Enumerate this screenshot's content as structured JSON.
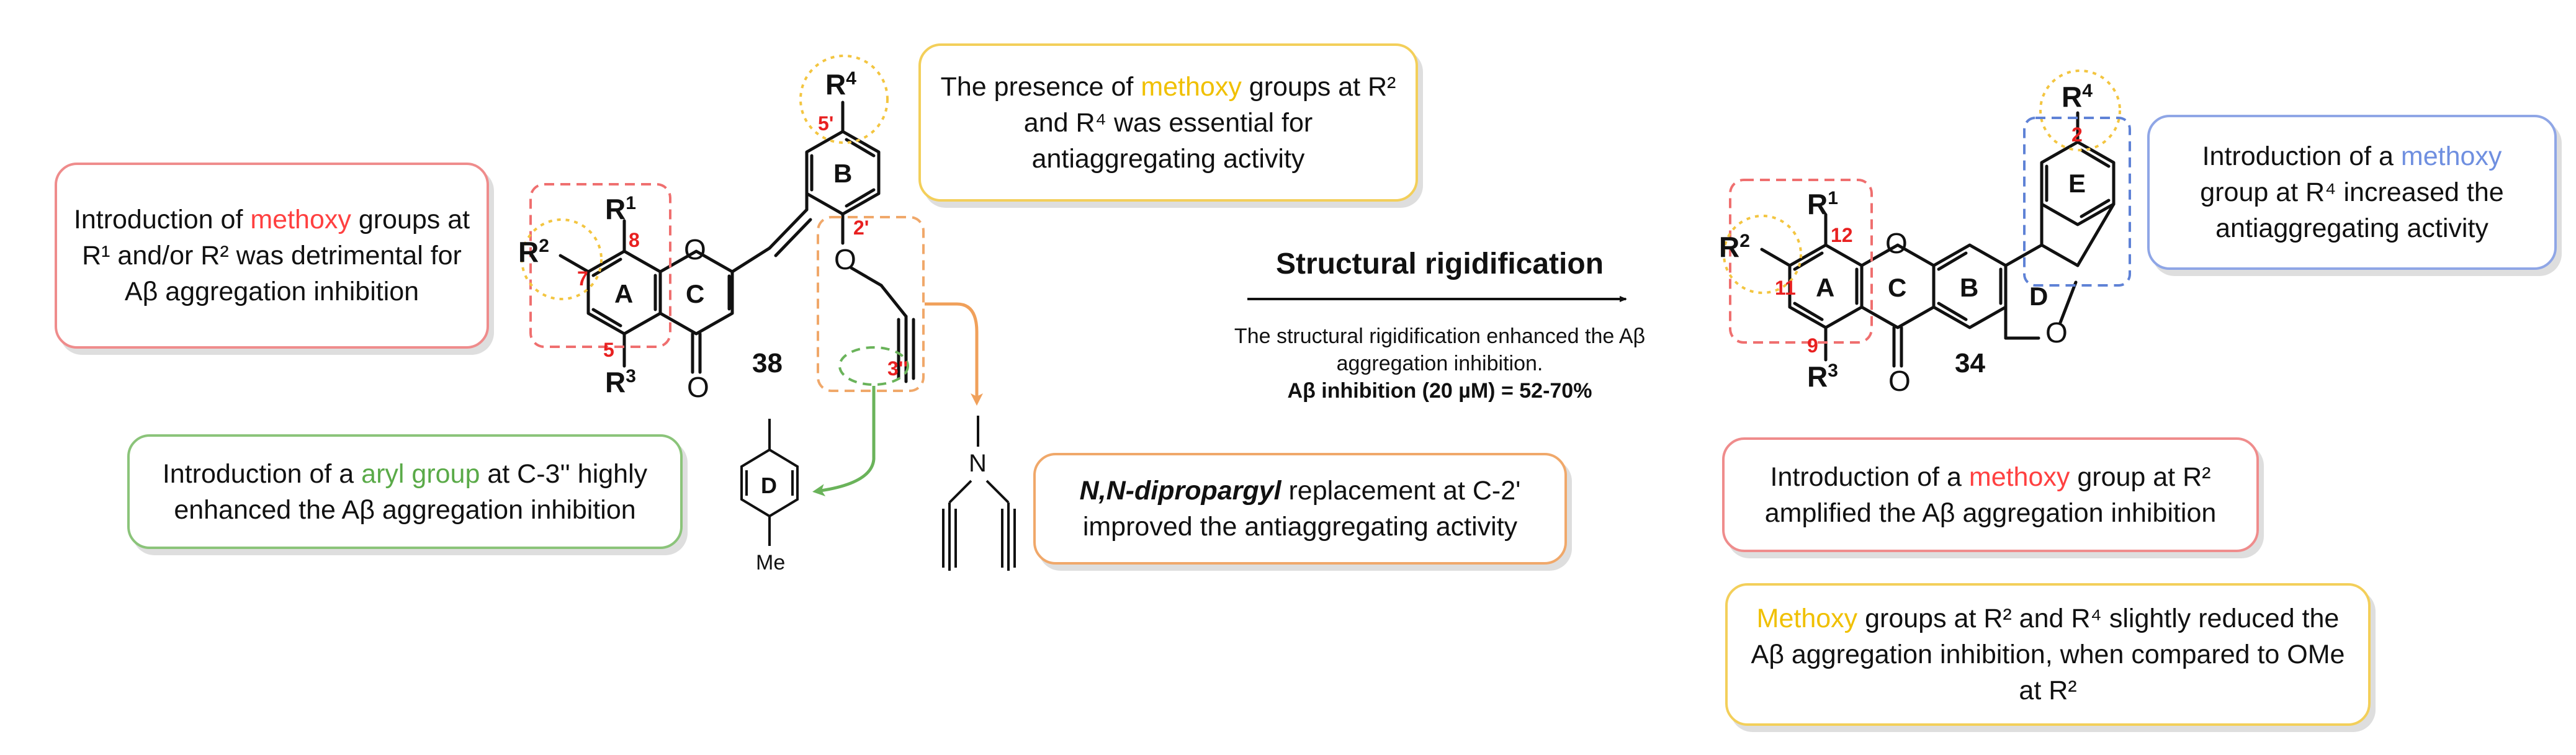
{
  "boxes": {
    "methoxy_r1_r2": {
      "pre": "Introduction of ",
      "hl": "methoxy",
      "post": " groups at R¹ and/or R² was detrimental for Aβ aggregation inhibition"
    },
    "presence_methoxy": {
      "pre": "The presence of ",
      "hl": "methoxy",
      "post": " groups at R² and R⁴ was essential for antiaggregating activity"
    },
    "aryl_c3": {
      "pre": "Introduction of a ",
      "hl": "aryl group",
      "post": " at C-3'' highly enhanced the Aβ aggregation inhibition"
    },
    "dipropargyl": {
      "hl": "N,N-dipropargyl",
      "post": " replacement at C-2' improved the antiaggregating activity"
    },
    "methoxy_r4": {
      "pre": "Introduction of a ",
      "hl": "methoxy",
      "post": " group at R⁴ increased the antiaggregating activity"
    },
    "methoxy_r2": {
      "pre": "Introduction of a ",
      "hl": "methoxy",
      "post": " group at R² amplified the Aβ aggregation inhibition"
    },
    "methoxy_r2_r4": {
      "hl": "Methoxy",
      "post": " groups at R² and R⁴ slightly reduced the Aβ aggregation inhibition, when compared to OMe at R²"
    }
  },
  "transformation": {
    "title": "Structural rigidification",
    "description": "The structural rigidification enhanced the Aβ aggregation inhibition.",
    "result": "Aβ inhibition (20 µM) = 52-70%"
  },
  "compound_38": {
    "number": "38",
    "substituents": {
      "r1": "R",
      "r1_sup": "1",
      "r2": "R",
      "r2_sup": "2",
      "r3": "R",
      "r3_sup": "3",
      "r4": "R",
      "r4_sup": "4"
    },
    "rings": [
      "A",
      "C",
      "B"
    ],
    "positions": [
      "7",
      "8",
      "5",
      "5'",
      "2'",
      "3''"
    ],
    "atoms": {
      "o_ring": "O",
      "o_carbonyl": "O",
      "o_ether": "O"
    },
    "aryl_fragment": {
      "ring": "D",
      "me": "Me"
    },
    "amine_fragment": {
      "n": "N"
    }
  },
  "compound_34": {
    "number": "34",
    "substituents": {
      "r1": "R",
      "r1_sup": "1",
      "r2": "R",
      "r2_sup": "2",
      "r3": "R",
      "r3_sup": "3",
      "r4": "R",
      "r4_sup": "4"
    },
    "rings": [
      "A",
      "C",
      "B",
      "D",
      "E"
    ],
    "positions": [
      "12",
      "11",
      "9",
      "2"
    ],
    "atoms": {
      "o_ring": "O",
      "o_carbonyl": "O",
      "o_d": "O"
    }
  },
  "colors": {
    "red": "#ff4040",
    "yellow": "#f0c000",
    "blue": "#6f8fe0",
    "green": "#5aaa48",
    "orange": "#ee8a3a"
  }
}
